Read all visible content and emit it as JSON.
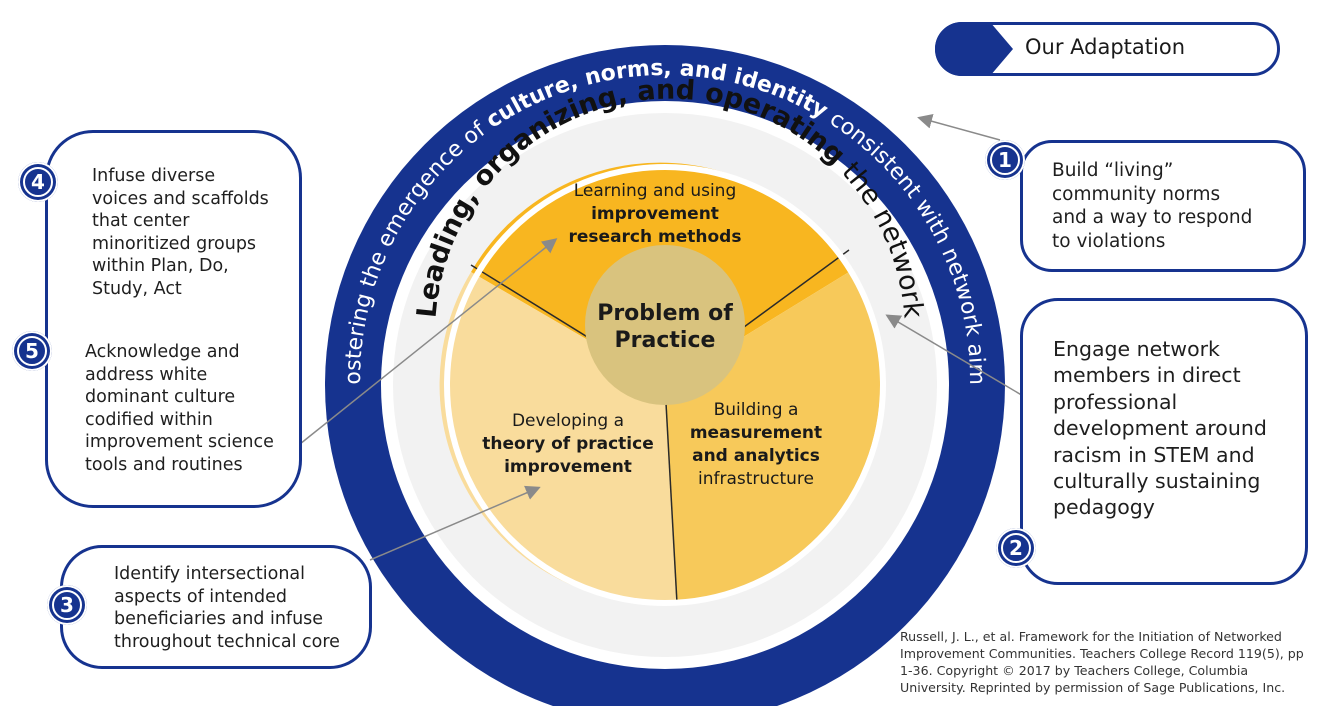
{
  "header": {
    "adaptation_label": "Our Adaptation"
  },
  "rings": {
    "outer_prefix": "Fostering the emergence of ",
    "outer_bold": "culture, norms, and identity",
    "outer_suffix": " consistent with network aims",
    "inner_bold": "Leading, organizing, and operating",
    "inner_suffix": " the network"
  },
  "core": {
    "center_line1": "Problem of",
    "center_line2": "Practice",
    "top_line1": "Learning and using",
    "top_line2": "improvement",
    "top_line3": "research methods",
    "left_line1": "Developing a",
    "left_line2": "theory of practice",
    "left_line3": "improvement",
    "right_line1": "Building a",
    "right_line2": "measurement",
    "right_line3": "and analytics",
    "right_line4": "infrastructure"
  },
  "callouts": {
    "c1": {
      "number": "1",
      "lines": [
        "Build “living”",
        "community norms",
        "and a way to respond",
        "to violations"
      ]
    },
    "c2": {
      "number": "2",
      "lines": [
        "Engage network",
        "members in direct",
        "professional",
        "development around",
        "racism in STEM and",
        "culturally sustaining",
        "pedagogy"
      ]
    },
    "c3": {
      "number": "3",
      "lines": [
        "Identify intersectional",
        "aspects of intended",
        "beneficiaries and infuse",
        "throughout technical core"
      ]
    },
    "c4": {
      "number": "4",
      "lines": [
        "Infuse diverse",
        "voices and scaffolds",
        "that center",
        "minoritized groups",
        "within Plan, Do,",
        "Study, Act"
      ]
    },
    "c5": {
      "number": "5",
      "lines": [
        "Acknowledge and",
        "address white",
        "dominant culture",
        "codified within",
        "improvement science",
        "tools and routines"
      ]
    }
  },
  "citation": {
    "lines": [
      "Russell, J. L., et al. Framework for the Initiation of Networked",
      "Improvement Communities. Teachers College Record 119(5), pp",
      "1-36. Copyright © 2017 by Teachers College, Columbia",
      "University. Reprinted by permission of Sage Publications, Inc."
    ]
  },
  "colors": {
    "navy": "#16338f",
    "ring_white": "#f2f2f2",
    "gold_top": "#f8b620",
    "gold_right": "#f7c95a",
    "gold_left": "#f9dc9c",
    "center": "#d9c37e"
  }
}
